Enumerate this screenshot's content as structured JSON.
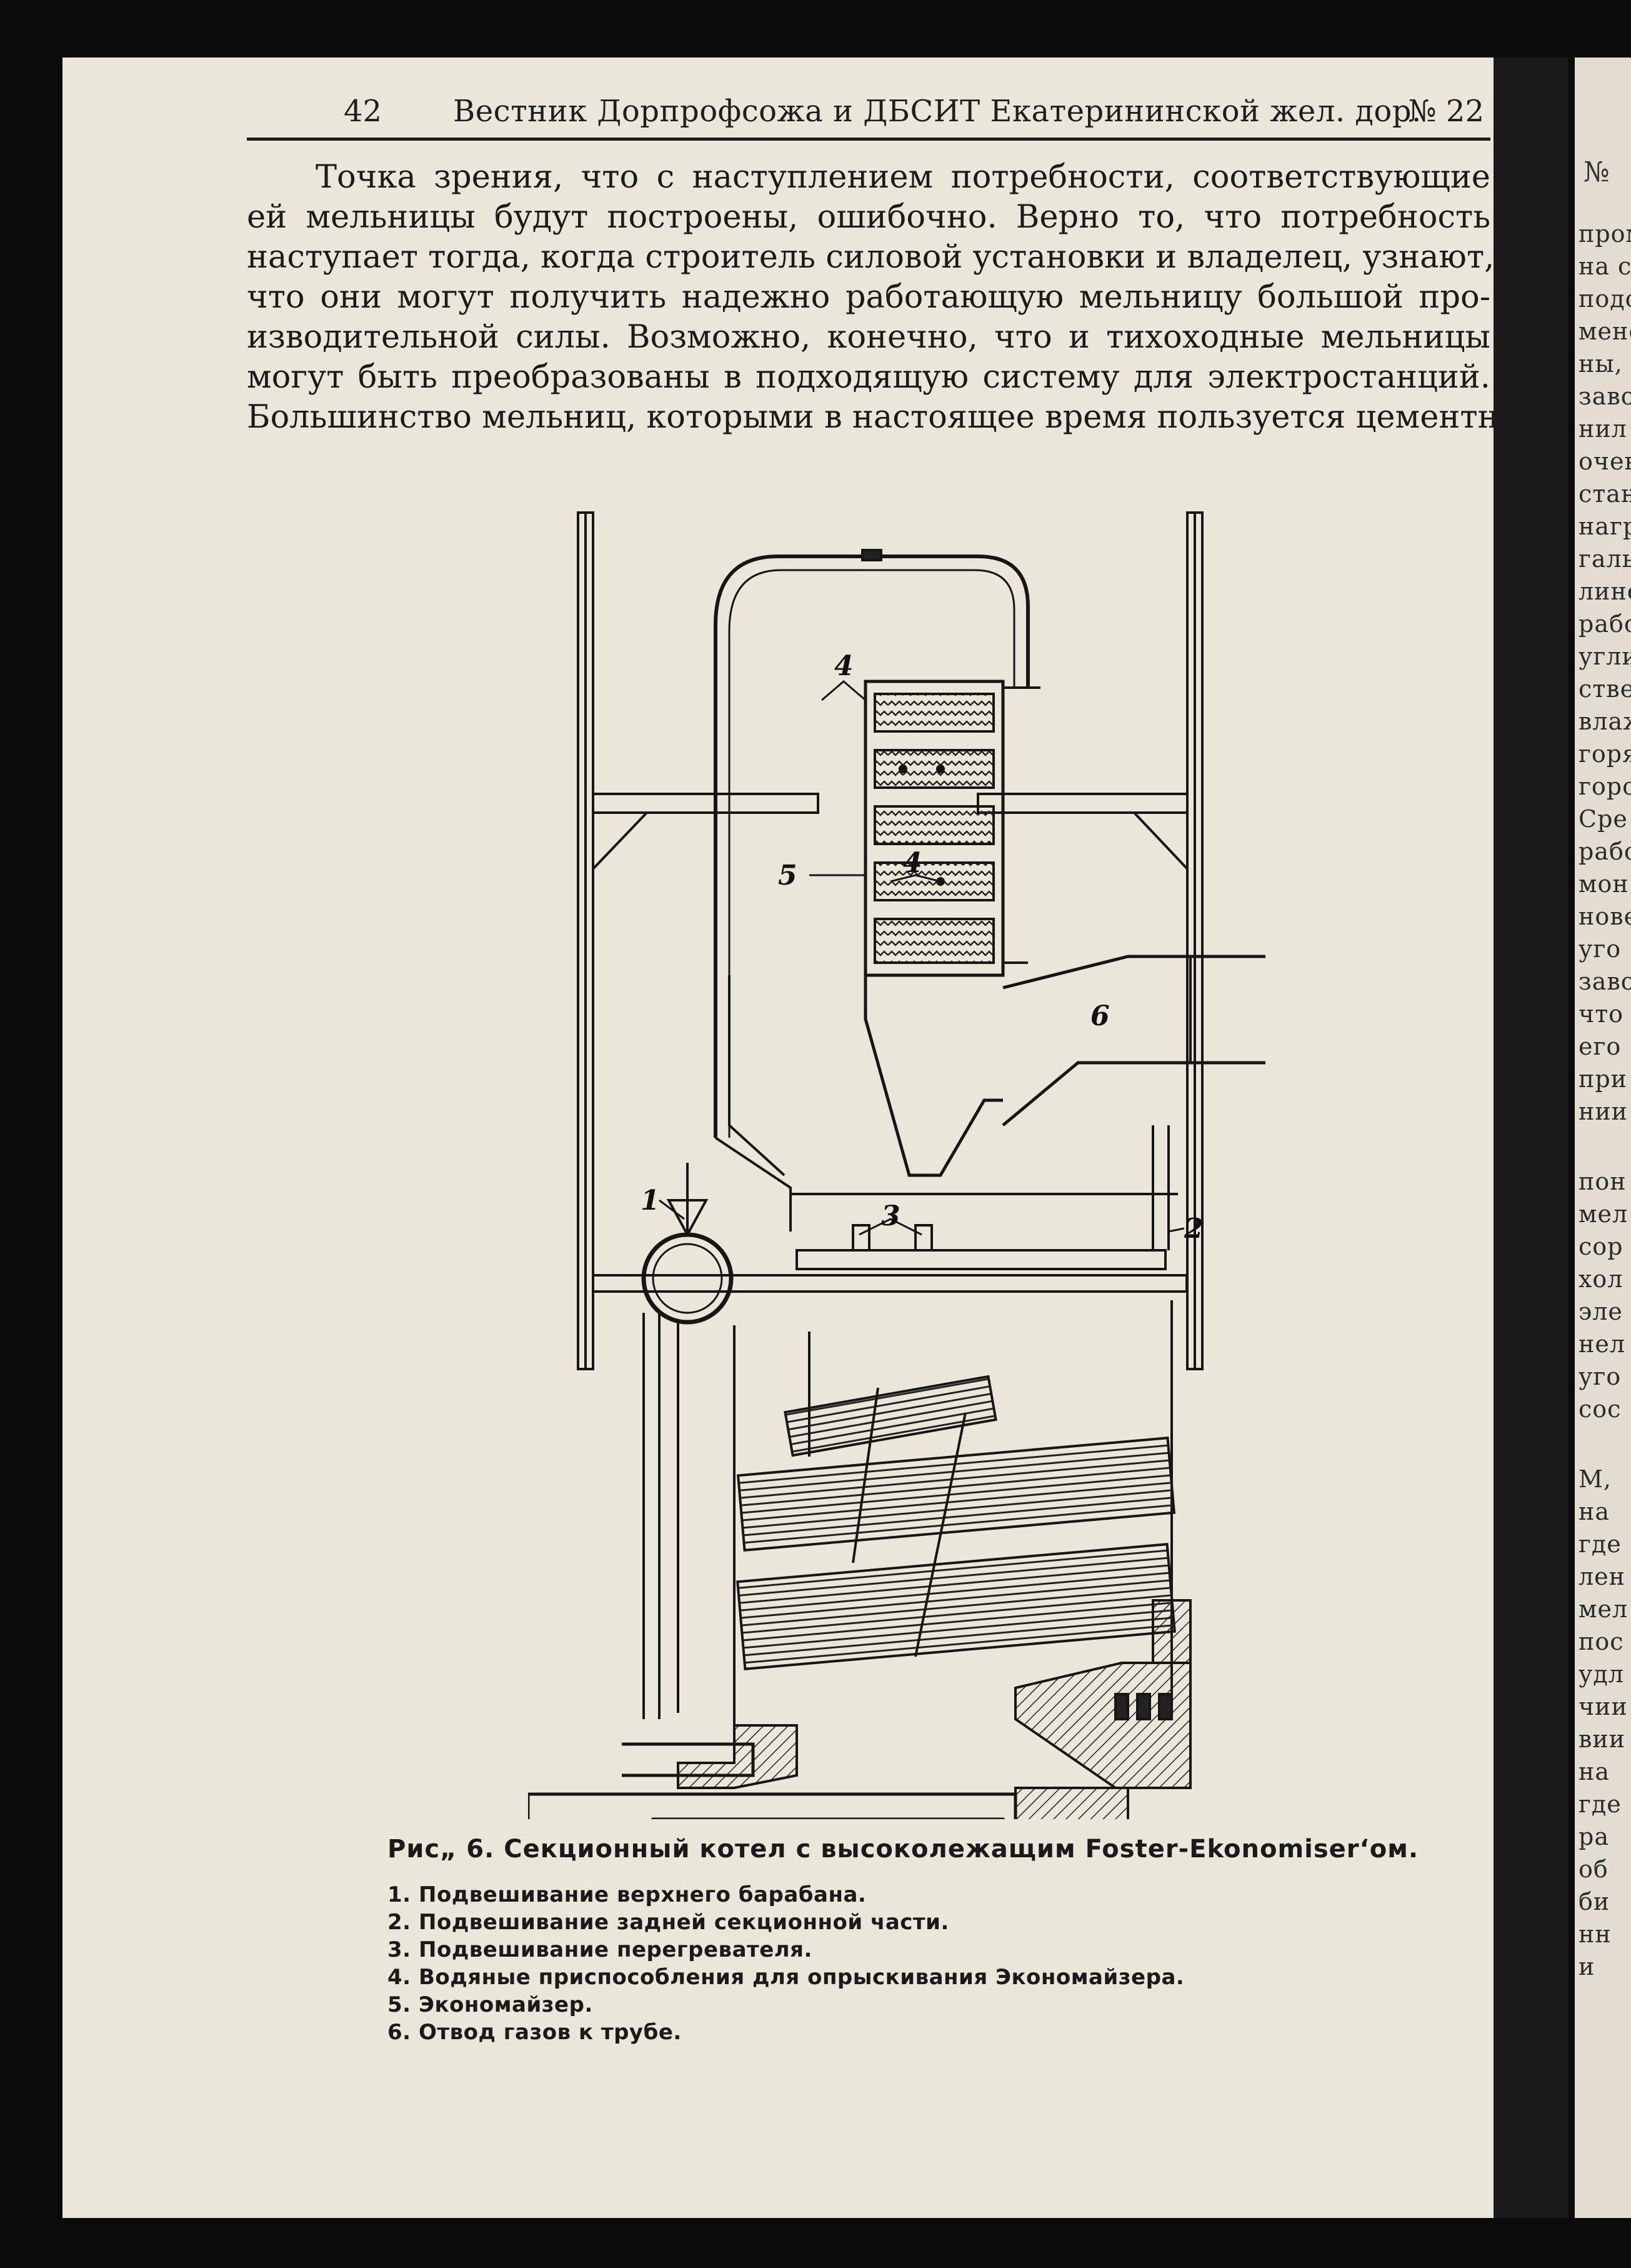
{
  "header": {
    "page_number": "42",
    "journal": "Вестник Дорпрофсожа и ДБСИТ Екатерининской жел. дор.",
    "issue": "№ 22"
  },
  "body_lines": [
    "Точка зрения, что с наступлением потребности, соответствующие",
    "ей мельницы будут построены, ошибочно. Верно то, что потребность",
    "наступает тогда, когда строитель силовой установки и владелец, узнают,",
    "что они могут получить надежно работающую мельницу большой про-",
    "изводительной силы. Возможно, конечно, что и тихоходные мельницы",
    "могут быть преобразованы в подходящую систему для электростанций.",
    "Большинство мельниц, которыми в настоящее время пользуется цементная"
  ],
  "figure": {
    "labels": [
      "1",
      "2",
      "3",
      "4",
      "4",
      "5",
      "6"
    ]
  },
  "caption": {
    "title": "Рис„ 6. Секционный котел с высоколежащим Foster-Ekonomiser‘ом.",
    "items": [
      {
        "n": "1.",
        "text": "Подвешивание верхнего барабана."
      },
      {
        "n": "2.",
        "text": "Подвешивание задней секционной части."
      },
      {
        "n": "3.",
        "text": "Подвешивание перегревателя."
      },
      {
        "n": "4.",
        "text": "Водяные приспособления для опрыскивания Экономайзера."
      },
      {
        "n": "5.",
        "text": "Экономайзер."
      },
      {
        "n": "6.",
        "text": "Отвод газов к трубе."
      }
    ]
  },
  "adjacent_page": {
    "header": "№",
    "lines": [
      "пром",
      "на ст",
      "подо",
      "менс",
      "ны,",
      "заво",
      "нил",
      "очен",
      "стан",
      "нагр",
      "галь",
      "лино",
      "рабо",
      "угли",
      "стве",
      "влаж",
      "горя",
      "горо",
      "Сре",
      "рабо",
      "мон",
      "нове",
      "уго",
      "заво",
      "что",
      "его",
      "при",
      "нии",
      "пон",
      "мел",
      "сор",
      "хол",
      "эле",
      "нел",
      "уго",
      "сос",
      "М,",
      "на",
      "где",
      "лен",
      "мел",
      "пос",
      "удл",
      "чии",
      "вии",
      "на",
      "где",
      "ра",
      "об",
      "би",
      "нн",
      "и"
    ]
  }
}
